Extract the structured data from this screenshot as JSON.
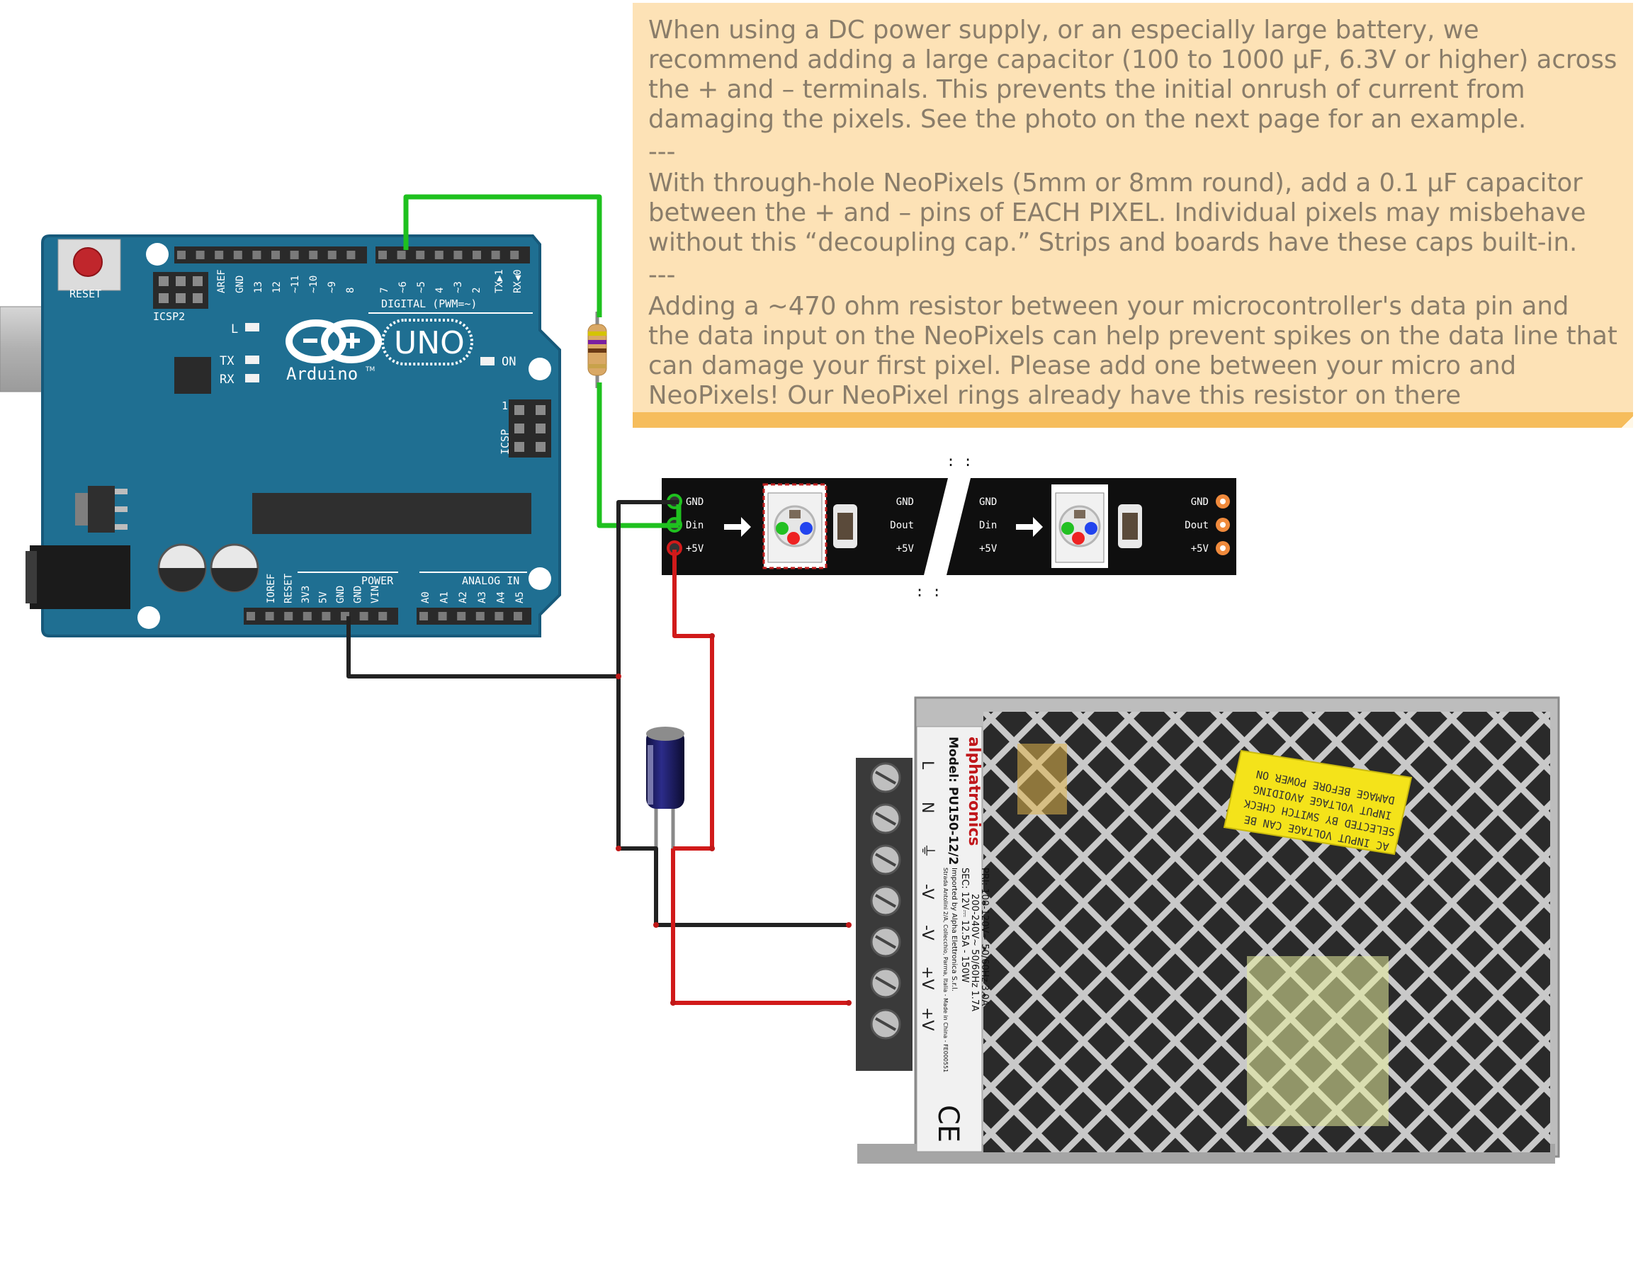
{
  "note": {
    "paragraph_1": "When using a DC power supply, or an especially large battery, we recommend adding a large capacitor (100 to 1000 µF, 6.3V or higher) across the + and – terminals. This prevents the initial onrush of current from damaging the pixels. See the photo on the next page for an example.",
    "separator_1": "---",
    "paragraph_2": "With through-hole NeoPixels (5mm or 8mm round), add a 0.1 µF capacitor between the + and – pins of EACH PIXEL. Individual pixels may misbehave without this “decoupling cap.” Strips and boards have these caps built-in.",
    "separator_2": "---",
    "paragraph_3": "Adding a ~470 ohm resistor between your microcontroller's data pin and the data input on the NeoPixels can help prevent spikes on the data line that can damage your first pixel. Please add one between your micro and NeoPixels! Our NeoPixel rings already have this resistor on there"
  },
  "arduino": {
    "reset_label": "RESET",
    "icsp2_label": "ICSP2",
    "icsp_label": "ICSP",
    "icsp_pin1": "1",
    "led_l": "L",
    "led_tx": "TX",
    "led_rx": "RX",
    "led_on": "ON",
    "brand": "Arduino",
    "tm": "TM",
    "model": "UNO",
    "digital_label": "DIGITAL (PWM=~)",
    "digital_pins": [
      "AREF",
      "GND",
      "13",
      "12",
      "~11",
      "~10",
      "~9",
      "8",
      "7",
      "~6",
      "~5",
      "4",
      "~3",
      "2",
      "TX▶1",
      "RX◀0"
    ],
    "power_label": "POWER",
    "power_pins": [
      "IOREF",
      "RESET",
      "3V3",
      "5V",
      "GND",
      "GND",
      "VIN"
    ],
    "analog_label": "ANALOG IN",
    "analog_pins": [
      "A0",
      "A1",
      "A2",
      "A3",
      "A4",
      "A5"
    ]
  },
  "strip": {
    "pins_left": [
      "GND",
      "Din",
      "+5V"
    ],
    "pins_mid_out": [
      "GND",
      "Dout",
      "+5V"
    ],
    "pins_mid_in": [
      "GND",
      "Din",
      "+5V"
    ],
    "pins_right": [
      "GND",
      "Dout",
      "+5V"
    ],
    "cut_marks_top": ": :",
    "cut_marks_bottom": ": :"
  },
  "power_supply": {
    "brand": "alphatronics",
    "model": "Model: PU150-12/2",
    "pri": "PRI: 100-120V~ 50/60Hz 3.0A",
    "pri2": "200-240V~ 50/60Hz 1.7A",
    "sec": "SEC: 12V⎓ 12.5A - 150W",
    "import": "Imported by Alpha Elettronica S.r.l.",
    "address": "Strada Antolini 2/A, Collecchio, Parma, Italia - Made in China - FE000551",
    "terminal_labels": [
      "L",
      "N",
      "⏚",
      "-V",
      "-V",
      "+V",
      "+V"
    ],
    "warning_label": [
      "AC INPUT VOLTAGE CAN BE",
      "SELECTED BY SWITCH CHECK",
      "INPUT VOLTAGE AVOIDING",
      "DAMAGE BEFORE POWER ON"
    ],
    "ce_mark": "CE"
  },
  "colors": {
    "board": "#1f6f92",
    "board_edge": "#17597a",
    "wire_green": "#1fc11f",
    "wire_black": "#222222",
    "wire_red": "#d11a1a",
    "strip": "#0f0f0f",
    "note_bg": "#fde2b6",
    "note_border": "#f6bd5c",
    "note_text": "#8a7d6a",
    "pad_orange": "#f08a3c"
  }
}
